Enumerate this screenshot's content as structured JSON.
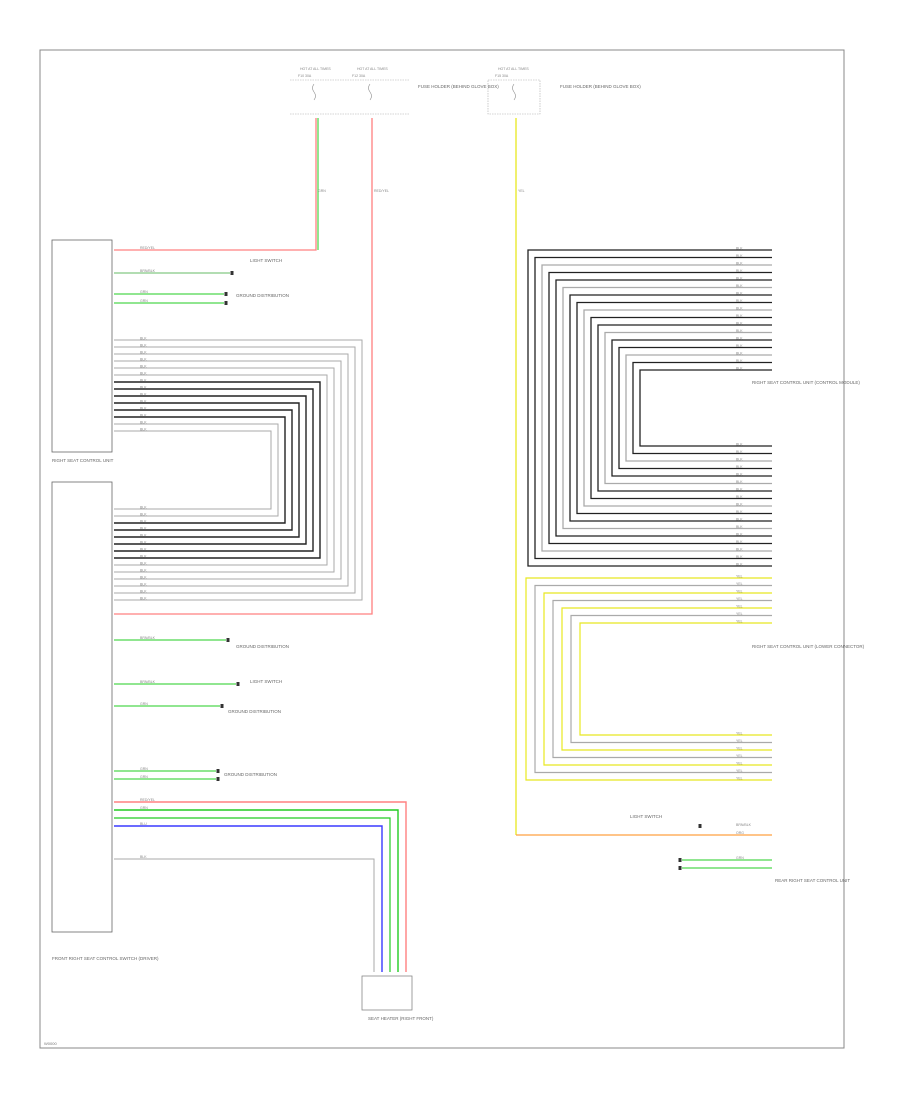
{
  "diagram": {
    "code": "W0000",
    "fuse_boxes": [
      {
        "title": "HOT AT ALL TIMES",
        "fuse": "F10 30A",
        "caption": "FUSE HOLDER (BEHIND GLOVE BOX)"
      },
      {
        "title": "HOT AT ALL TIMES",
        "fuse": "F12 30A",
        "caption": ""
      },
      {
        "title": "HOT AT ALL TIMES",
        "fuse": "F15 30A",
        "caption": "FUSE HOLDER (BEHIND GLOVE BOX)"
      }
    ],
    "components": {
      "left_upper": "RIGHT SEAT CONTROL UNIT",
      "left_lower": "FRONT RIGHT SEAT CONTROL SWITCH (DRIVER)",
      "right_upper": "RIGHT SEAT CONTROL UNIT (CONTROL MODULE)",
      "right_mid": "RIGHT SEAT CONTROL UNIT (LOWER CONNECTOR)",
      "right_bottom": "REAR RIGHT SEAT CONTROL UNIT",
      "seat_heater": "SEAT HEATER (RIGHT FRONT)"
    },
    "grounds": [
      "GROUND DISTRIBUTION",
      "LIGHT SWITCH",
      "GROUND DISTRIBUTION",
      "LIGHT SWITCH",
      "GROUND DISTRIBUTION",
      "GROUND DISTRIBUTION",
      "LIGHT SWITCH"
    ],
    "wire_colors": {
      "red": "RED/YEL",
      "brown": "BRN/BLK",
      "green": "GRN",
      "black": "BLK",
      "yellow": "YEL",
      "blue": "BLU",
      "orange": "ORG"
    },
    "colors": {
      "red": "#ff8080",
      "green": "#22cc22",
      "yellow": "#e8e820",
      "blue": "#3a3aff",
      "orange": "#ffa040",
      "black": "#222222",
      "gray": "#aaaaaa",
      "dark": "#555555"
    }
  }
}
